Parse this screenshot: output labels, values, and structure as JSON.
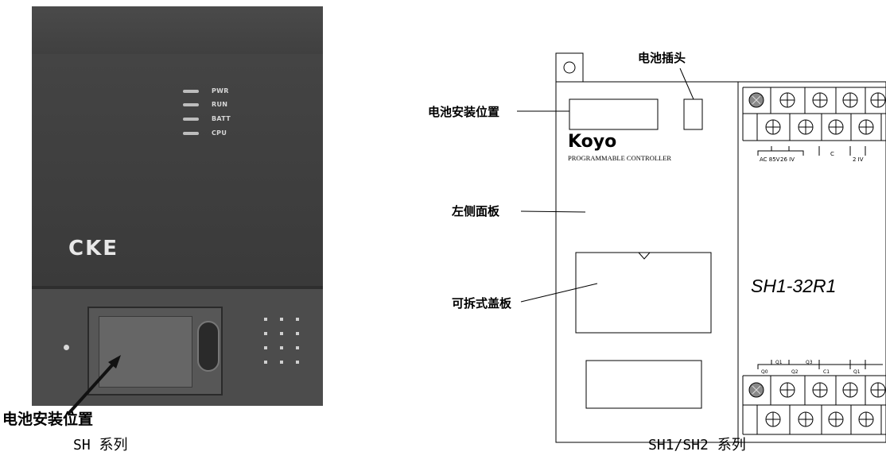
{
  "left_panel": {
    "leds": [
      "PWR",
      "RUN",
      "BATT",
      "CPU"
    ],
    "brand": "CKE",
    "callout": "电池安装位置",
    "caption": "SH 系列"
  },
  "right_panel": {
    "labels": {
      "battery_plug": "电池插头",
      "battery_position": "电池安装位置",
      "left_panel": "左侧面板",
      "removable_cover": "可拆式盖板"
    },
    "brand": "Koyo",
    "subtitle": "PROGRAMMABLE CONTROLLER",
    "model": "SH1-32R1",
    "caption": "SH1/SH2 系列",
    "terminal_text_top": [
      "AC 85V",
      "26 IV",
      "C",
      "2 IV"
    ],
    "terminal_text_bottom": [
      "Q1",
      "Q3",
      "Q0",
      "Q2",
      "C1",
      "Q1"
    ]
  },
  "colors": {
    "photo_bg": "#3b3b3b",
    "line": "#000000"
  }
}
